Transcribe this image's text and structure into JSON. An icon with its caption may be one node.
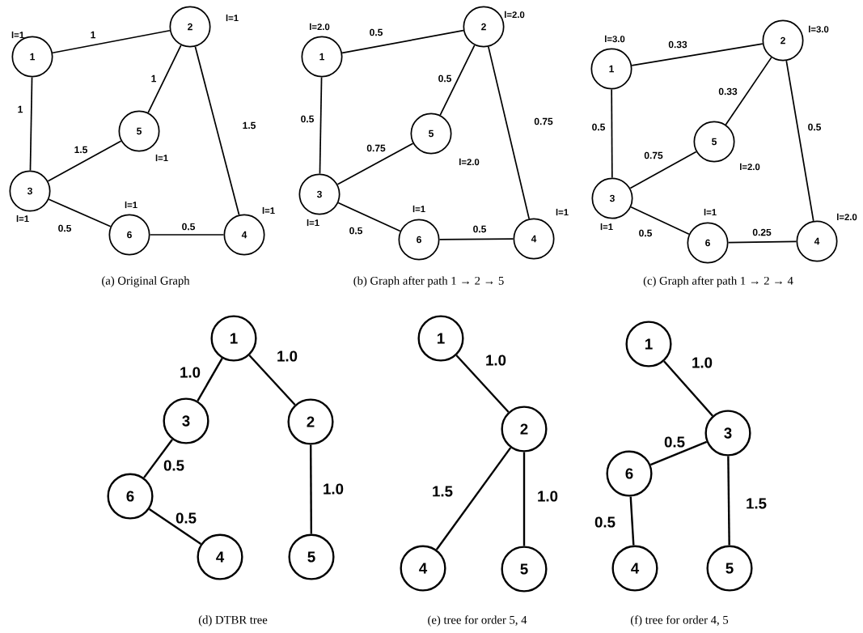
{
  "diagram": {
    "nodes": [
      {
        "text": [
          "1"
        ],
        "beside": [
          "l=1"
        ]
      },
      {
        "text": [
          "2"
        ],
        "beside": [
          "l=1"
        ]
      },
      {
        "text": [
          "3"
        ],
        "beside": [
          "l=1"
        ]
      },
      {
        "text": [
          "4"
        ],
        "beside": [
          "l=1"
        ]
      },
      {
        "text": [
          "5"
        ],
        "beside": [
          "l=1"
        ]
      },
      {
        "text": [
          "6"
        ],
        "beside": [
          "l=1"
        ]
      },
      {
        "text": [
          "1"
        ],
        "beside": [
          "l=2.0"
        ]
      },
      {
        "text": [
          "2"
        ],
        "beside": [
          "l=2.0"
        ]
      },
      {
        "text": [
          "3"
        ],
        "beside": [
          "l=1"
        ]
      },
      {
        "text": [
          "4"
        ],
        "beside": [
          "l=1"
        ]
      },
      {
        "text": [
          "5"
        ],
        "beside": [
          "l=2.0"
        ]
      },
      {
        "text": [
          "6"
        ],
        "beside": [
          "l=1"
        ]
      },
      {
        "text": [
          "1"
        ],
        "beside": [
          "l=3.0"
        ]
      },
      {
        "text": [
          "2"
        ],
        "beside": [
          "l=3.0"
        ]
      },
      {
        "text": [
          "3"
        ],
        "beside": [
          "l=1"
        ]
      },
      {
        "text": [
          "4"
        ],
        "beside": [
          "l=2.0"
        ]
      },
      {
        "text": [
          "5"
        ],
        "beside": [
          "l=2.0"
        ]
      },
      {
        "text": [
          "6"
        ],
        "beside": [
          "l=1"
        ]
      },
      {
        "text": [
          "1"
        ]
      },
      {
        "text": [
          "2"
        ]
      },
      {
        "text": [
          "3"
        ]
      },
      {
        "text": [
          "4"
        ]
      },
      {
        "text": [
          "5"
        ]
      },
      {
        "text": [
          "6"
        ]
      },
      {
        "text": [
          "1"
        ]
      },
      {
        "text": [
          "2"
        ]
      },
      {
        "text": [
          "4"
        ]
      },
      {
        "text": [
          "5"
        ]
      },
      {
        "text": [
          "1"
        ]
      },
      {
        "text": [
          "3"
        ]
      },
      {
        "text": [
          "4"
        ]
      },
      {
        "text": [
          "5"
        ]
      },
      {
        "text": [
          "6"
        ]
      }
    ],
    "edges": [
      {
        "from": 0,
        "to": 1,
        "arrow": "none",
        "label": "1"
      },
      {
        "from": 0,
        "to": 2,
        "arrow": "none",
        "label": "1"
      },
      {
        "from": 1,
        "to": 4,
        "arrow": "none",
        "label": "1"
      },
      {
        "from": 1,
        "to": 3,
        "arrow": "none",
        "label": "1.5"
      },
      {
        "from": 2,
        "to": 4,
        "arrow": "none",
        "label": "1.5"
      },
      {
        "from": 2,
        "to": 5,
        "arrow": "none",
        "label": "0.5"
      },
      {
        "from": 5,
        "to": 3,
        "arrow": "none",
        "label": "0.5"
      },
      {
        "from": 6,
        "to": 7,
        "arrow": "none",
        "label": "0.5"
      },
      {
        "from": 6,
        "to": 8,
        "arrow": "none",
        "label": "0.5"
      },
      {
        "from": 7,
        "to": 10,
        "arrow": "none",
        "label": "0.5"
      },
      {
        "from": 7,
        "to": 9,
        "arrow": "none",
        "label": "0.75"
      },
      {
        "from": 8,
        "to": 10,
        "arrow": "none",
        "label": "0.75"
      },
      {
        "from": 8,
        "to": 11,
        "arrow": "none",
        "label": "0.5"
      },
      {
        "from": 11,
        "to": 9,
        "arrow": "none",
        "label": "0.5"
      },
      {
        "from": 12,
        "to": 13,
        "arrow": "none",
        "label": "0.33"
      },
      {
        "from": 12,
        "to": 14,
        "arrow": "none",
        "label": "0.5"
      },
      {
        "from": 13,
        "to": 16,
        "arrow": "none",
        "label": "0.33"
      },
      {
        "from": 13,
        "to": 15,
        "arrow": "none",
        "label": "0.5"
      },
      {
        "from": 14,
        "to": 16,
        "arrow": "none",
        "label": "0.75"
      },
      {
        "from": 14,
        "to": 17,
        "arrow": "none",
        "label": "0.5"
      },
      {
        "from": 17,
        "to": 15,
        "arrow": "none",
        "label": "0.25"
      },
      {
        "from": 18,
        "to": 20,
        "arrow": "none",
        "label": "1.0"
      },
      {
        "from": 18,
        "to": 19,
        "arrow": "none",
        "label": "1.0"
      },
      {
        "from": 20,
        "to": 23,
        "arrow": "none",
        "label": "0.5"
      },
      {
        "from": 23,
        "to": 21,
        "arrow": "none",
        "label": "0.5"
      },
      {
        "from": 19,
        "to": 22,
        "arrow": "none",
        "label": "1.0"
      },
      {
        "from": 24,
        "to": 25,
        "arrow": "none",
        "label": "1.0"
      },
      {
        "from": 25,
        "to": 26,
        "arrow": "none",
        "label": "1.5"
      },
      {
        "from": 25,
        "to": 27,
        "arrow": "none",
        "label": "1.0"
      },
      {
        "from": 28,
        "to": 29,
        "arrow": "none",
        "label": "1.0"
      },
      {
        "from": 29,
        "to": 32,
        "arrow": "none",
        "label": "0.5"
      },
      {
        "from": 32,
        "to": 30,
        "arrow": "none",
        "label": "0.5"
      },
      {
        "from": 29,
        "to": 31,
        "arrow": "none",
        "label": "1.5"
      }
    ],
    "labels": [
      "(a) Original Graph",
      "(b) Graph after path 1 → 2 → 5",
      "(c) Graph after path 1 → 2 → 4",
      "(d) DTBR tree",
      "(e) tree for order 5, 4",
      "(f) tree for order 4, 5"
    ]
  }
}
